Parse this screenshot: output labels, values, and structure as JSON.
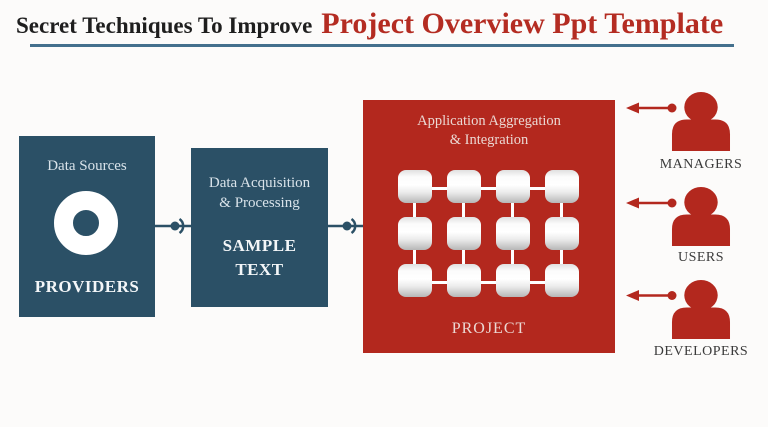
{
  "title": {
    "prefix": "Secret Techniques To Improve",
    "highlight": "Project Overview Ppt Template"
  },
  "colors": {
    "box_blue": "#2B5066",
    "accent_red": "#B3281E",
    "underline_blue": "#44708D",
    "title_black": "#1E1E1E",
    "title_red": "#B42C22",
    "audience_label_gray": "#3A3A3A"
  },
  "flow": {
    "data_sources": {
      "heading": "Data Sources",
      "icon": "donut-icon",
      "label": "PROVIDERS"
    },
    "acquisition": {
      "heading_line1": "Data Acquisition",
      "heading_line2": "& Processing",
      "label_line1": "SAMPLE",
      "label_line2": "TEXT"
    },
    "project": {
      "heading_line1": "Application Aggregation",
      "heading_line2": "& Integration",
      "label": "PROJECT",
      "grid": {
        "rows": 3,
        "columns": 4
      }
    }
  },
  "audiences": [
    {
      "label": "MANAGERS"
    },
    {
      "label": "USERS"
    },
    {
      "label": "DEVELOPERS"
    }
  ]
}
